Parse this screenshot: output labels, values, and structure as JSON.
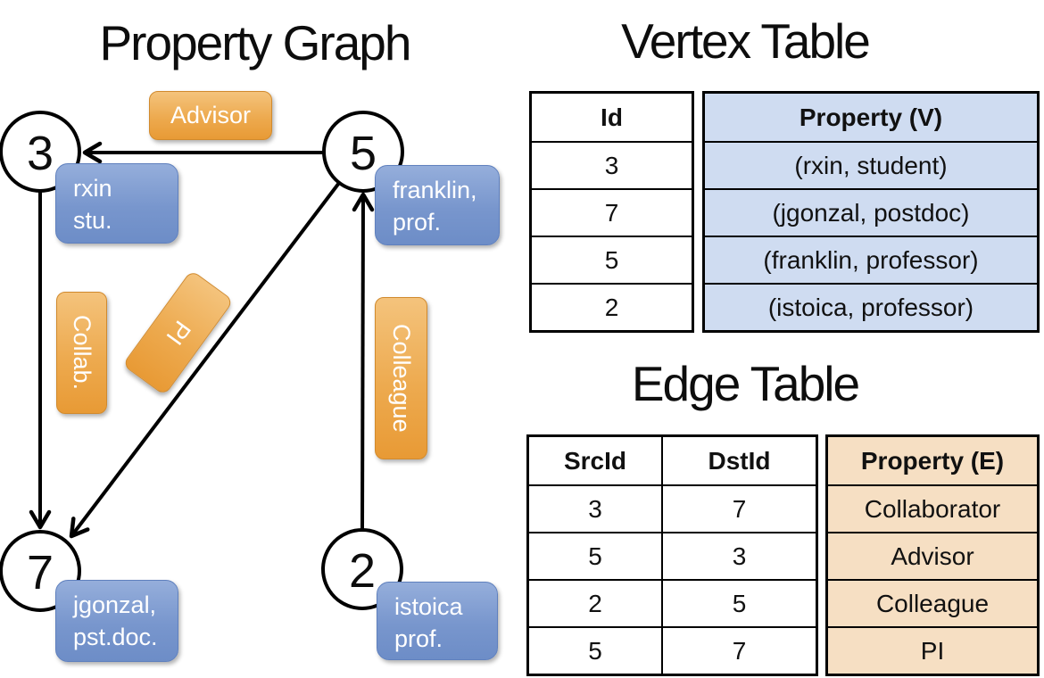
{
  "titles": {
    "graph": "Property Graph",
    "vertex_table": "Vertex Table",
    "edge_table": "Edge Table"
  },
  "colors": {
    "edge_label_orange": "#EA9F38",
    "vertex_label_blue": "#7896CD",
    "vertex_property_fill": "#CFDCF1",
    "edge_property_fill": "#F6DFC3",
    "line_black": "#000000"
  },
  "graph": {
    "nodes": [
      {
        "id": "3",
        "prop_line1": "rxin",
        "prop_line2": "stu."
      },
      {
        "id": "5",
        "prop_line1": "franklin,",
        "prop_line2": "prof."
      },
      {
        "id": "7",
        "prop_line1": "jgonzal,",
        "prop_line2": "pst.doc."
      },
      {
        "id": "2",
        "prop_line1": "istoica",
        "prop_line2": "prof."
      }
    ],
    "edge_labels": {
      "advisor": "Advisor",
      "collab": "Collab.",
      "pi": "PI",
      "colleague": "Colleague"
    }
  },
  "vertex_table": {
    "headers": {
      "id": "Id",
      "property": "Property (V)"
    },
    "rows": [
      {
        "id": "3",
        "property": "(rxin, student)"
      },
      {
        "id": "7",
        "property": "(jgonzal, postdoc)"
      },
      {
        "id": "5",
        "property": "(franklin, professor)"
      },
      {
        "id": "2",
        "property": "(istoica, professor)"
      }
    ]
  },
  "edge_table": {
    "headers": {
      "src": "SrcId",
      "dst": "DstId",
      "property": "Property (E)"
    },
    "rows": [
      {
        "src": "3",
        "dst": "7",
        "property": "Collaborator"
      },
      {
        "src": "5",
        "dst": "3",
        "property": "Advisor"
      },
      {
        "src": "2",
        "dst": "5",
        "property": "Colleague"
      },
      {
        "src": "5",
        "dst": "7",
        "property": "PI"
      }
    ]
  }
}
